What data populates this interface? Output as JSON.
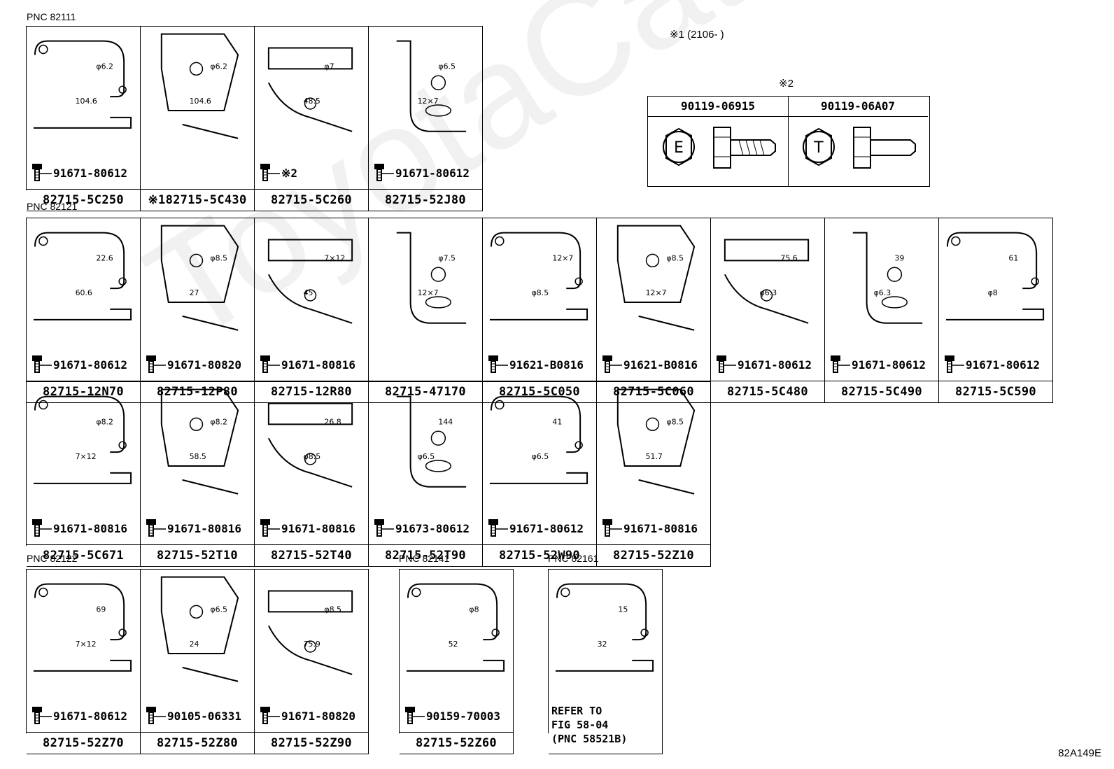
{
  "sections": {
    "pnc_82111": "PNC 82111",
    "pnc_82121": "PNC 82121",
    "pnc_82122": "PNC 82122",
    "pnc_82141": "PNC 82141",
    "pnc_82161": "PNC 82161"
  },
  "notes": {
    "note1": "※1 (2106-    )",
    "note2": "※2"
  },
  "fastener_table": {
    "col1_part": "90119-06915",
    "col1_mark": "E",
    "col2_part": "90119-06A07",
    "col2_mark": "T"
  },
  "row1": [
    {
      "bolt": "91671-80612",
      "part": "82715-5C250",
      "dims": [
        "φ6.2",
        "104.6"
      ]
    },
    {
      "bolt": "",
      "part": "※182715-5C430",
      "dims": [
        "φ6.2",
        "104.6"
      ]
    },
    {
      "bolt": "※2",
      "part": "82715-5C260",
      "dims": [
        "φ7",
        "48.5"
      ]
    },
    {
      "bolt": "91671-80612",
      "part": "82715-52J80",
      "dims": [
        "φ6.5",
        "12×7"
      ]
    }
  ],
  "row2": [
    {
      "bolt": "91671-80612",
      "part": "82715-12N70",
      "dims": [
        "22.6",
        "60.6"
      ]
    },
    {
      "bolt": "91671-80820",
      "part": "82715-12P80",
      "dims": [
        "φ8.5",
        "27"
      ]
    },
    {
      "bolt": "91671-80816",
      "part": "82715-12R80",
      "dims": [
        "7×12",
        "45"
      ]
    },
    {
      "bolt": "",
      "part": "82715-47170",
      "dims": [
        "φ7.5",
        "12×7"
      ]
    },
    {
      "bolt": "91621-B0816",
      "part": "82715-5C050",
      "dims": [
        "12×7",
        "φ8.5"
      ]
    },
    {
      "bolt": "91621-B0816",
      "part": "82715-5C060",
      "dims": [
        "φ8.5",
        "12×7"
      ]
    },
    {
      "bolt": "91671-80612",
      "part": "82715-5C480",
      "dims": [
        "75.6",
        "φ6.3"
      ]
    },
    {
      "bolt": "91671-80612",
      "part": "82715-5C490",
      "dims": [
        "39",
        "φ6.3"
      ]
    },
    {
      "bolt": "91671-80612",
      "part": "82715-5C590",
      "dims": [
        "61",
        "φ8"
      ]
    }
  ],
  "row3": [
    {
      "bolt": "91671-80816",
      "part": "82715-5C671",
      "dims": [
        "φ8.2",
        "7×12"
      ]
    },
    {
      "bolt": "91671-80816",
      "part": "82715-52T10",
      "dims": [
        "φ8.2",
        "58.5"
      ]
    },
    {
      "bolt": "91671-80816",
      "part": "82715-52T40",
      "dims": [
        "26.8",
        "φ8.5"
      ]
    },
    {
      "bolt": "91673-80612",
      "part": "82715-52T90",
      "dims": [
        "144",
        "φ6.5"
      ]
    },
    {
      "bolt": "91671-80612",
      "part": "82715-52W90",
      "dims": [
        "41",
        "φ6.5"
      ]
    },
    {
      "bolt": "91671-80816",
      "part": "82715-52Z10",
      "dims": [
        "φ8.5",
        "51.7"
      ]
    }
  ],
  "row4": [
    {
      "bolt": "91671-80612",
      "part": "82715-52Z70",
      "dims": [
        "69",
        "7×12"
      ]
    },
    {
      "bolt": "90105-06331",
      "part": "82715-52Z80",
      "dims": [
        "φ6.5",
        "24"
      ]
    },
    {
      "bolt": "91671-80820",
      "part": "82715-52Z90",
      "dims": [
        "φ8.5",
        "75.9"
      ]
    }
  ],
  "row5": [
    {
      "bolt": "90159-70003",
      "part": "82715-52Z60",
      "dims": [
        "φ8",
        "52"
      ]
    }
  ],
  "row6": [
    {
      "refer": "REFER TO\nFIG 58-04\n(PNC 58521B)",
      "dims": [
        "15",
        "32"
      ]
    }
  ],
  "diagram_code": "82A149E",
  "watermark": "ToyotaCatalog.ru"
}
